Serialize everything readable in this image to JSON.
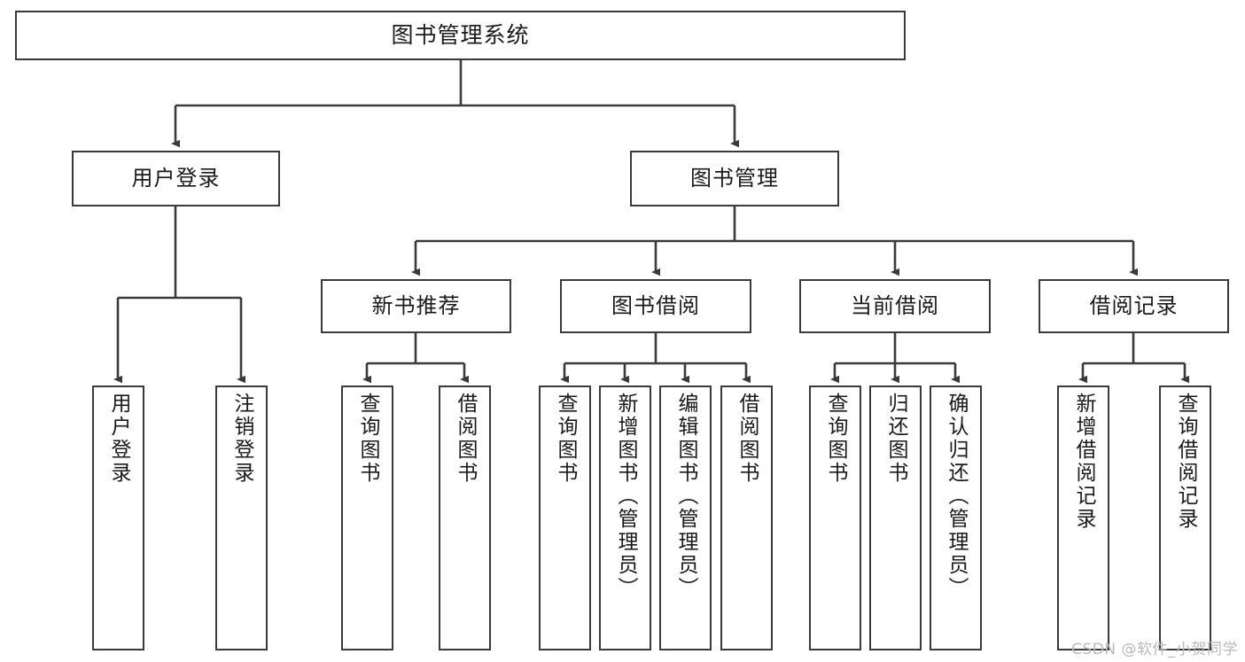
{
  "diagram": {
    "title": "图书管理系统",
    "type": "tree",
    "watermark": "CSDN @软件_小贺同学",
    "colors": {
      "box_stroke": "#3a3a3a",
      "box_fill": "#ffffff",
      "connector": "#3a3a3a",
      "text": "#1a1a1a",
      "watermark": "#b9b9b9"
    },
    "root": {
      "label": "图书管理系统"
    },
    "level2": [
      {
        "id": "user-login",
        "label": "用户登录"
      },
      {
        "id": "book-management",
        "label": "图书管理"
      }
    ],
    "level3": [
      {
        "id": "new-book-recommend",
        "label": "新书推荐"
      },
      {
        "id": "book-borrow",
        "label": "图书借阅"
      },
      {
        "id": "current-borrow",
        "label": "当前借阅"
      },
      {
        "id": "borrow-record",
        "label": "借阅记录"
      }
    ],
    "leaves": {
      "user_login": [
        {
          "id": "leaf-user-login",
          "label": "用户登录"
        },
        {
          "id": "leaf-logout-login",
          "label": "注销登录"
        }
      ],
      "new_book_recommend": [
        {
          "id": "leaf-query-book-1",
          "label": "查询图书"
        },
        {
          "id": "leaf-borrow-book-1",
          "label": "借阅图书"
        }
      ],
      "book_borrow": [
        {
          "id": "leaf-query-book-2",
          "label": "查询图书"
        },
        {
          "id": "leaf-add-book",
          "label": "新增图书（管理员）"
        },
        {
          "id": "leaf-edit-book",
          "label": "编辑图书（管理员）"
        },
        {
          "id": "leaf-borrow-book-2",
          "label": "借阅图书"
        }
      ],
      "current_borrow": [
        {
          "id": "leaf-query-book-3",
          "label": "查询图书"
        },
        {
          "id": "leaf-return-book",
          "label": "归还图书"
        },
        {
          "id": "leaf-confirm-return",
          "label": "确认归还（管理员）"
        }
      ],
      "borrow_record": [
        {
          "id": "leaf-add-record",
          "label": "新增借阅记录"
        },
        {
          "id": "leaf-query-record",
          "label": "查询借阅记录"
        }
      ]
    }
  }
}
